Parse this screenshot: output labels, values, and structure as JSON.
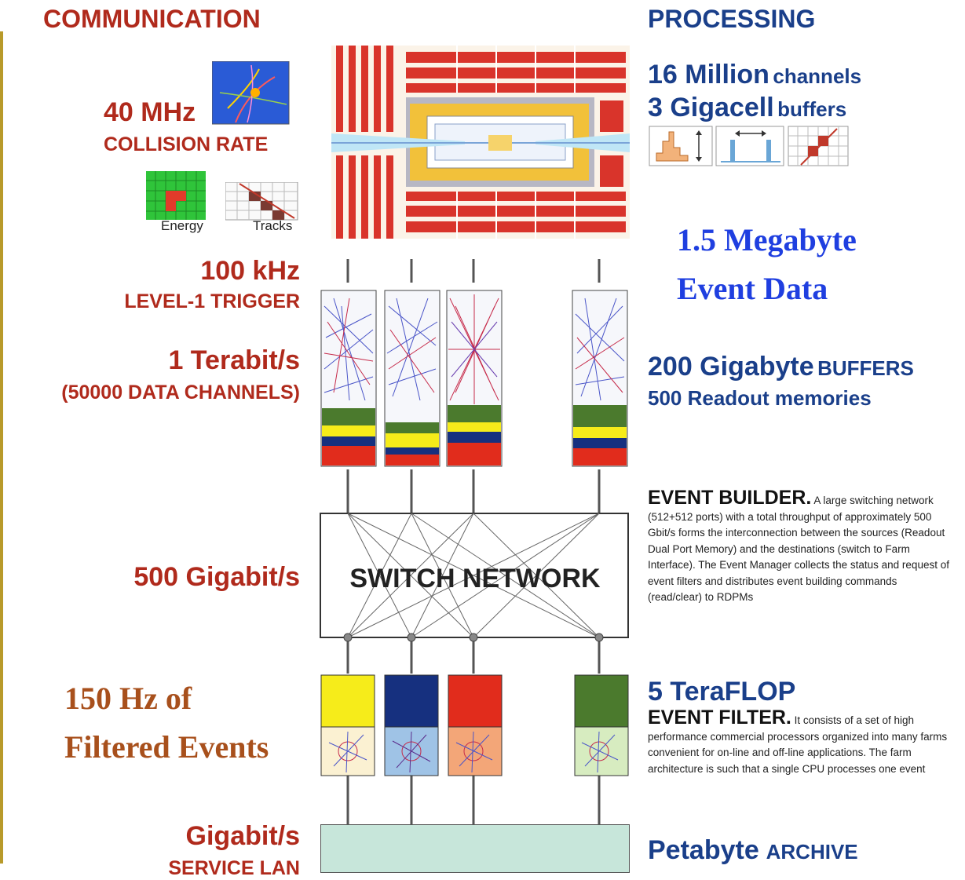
{
  "left": {
    "heading": "COMMUNICATION",
    "rate_main": "40 MHz",
    "rate_sub": "COLLISION RATE",
    "energy_label": "Energy",
    "tracks_label": "Tracks",
    "trigger_main": "100 kHz",
    "trigger_sub": "LEVEL-1 TRIGGER",
    "bandwidth_main": "1 Terabit/s",
    "bandwidth_sub": "(50000 DATA CHANNELS)",
    "switch_rate": "500 Gigabit/s",
    "filtered_line1": "150 Hz of",
    "filtered_line2": "Filtered Events",
    "lan_main": "Gigabit/s",
    "lan_sub": "SERVICE LAN"
  },
  "center": {
    "switch_label": "SWITCH NETWORK"
  },
  "right": {
    "heading": "PROCESSING",
    "channels_num": "16 Million",
    "channels_word": "channels",
    "buffers_num": "3 Gigacell",
    "buffers_word": "buffers",
    "event_line1": "1.5 Megabyte",
    "event_line2": "Event Data",
    "gb_num": "200 Gigabyte",
    "gb_word": "BUFFERS",
    "readout": "500 Readout memories",
    "eb_title": "EVENT BUILDER.",
    "eb_text": "A large switching network (512+512 ports) with a total throughput of approximately 500 Gbit/s forms the interconnection between the sources (Readout Dual Port Memory) and the destinations (switch to Farm Interface). The Event Manager collects the status and request of event filters and distributes event building commands (read/clear) to RDPMs",
    "tf_heading": "5 TeraFLOP",
    "ef_title": "EVENT FILTER.",
    "ef_text": "It consists of a set of high performance commercial processors organized into many farms convenient for on-line and off-line applications.  The farm architecture is such that a single CPU processes one event",
    "archive_num": "Petabyte",
    "archive_word": "ARCHIVE"
  },
  "colors": {
    "red_text": "#b02a1c",
    "blue_text": "#1a3f8a",
    "bright_blue": "#1f3fe0",
    "orange_brown": "#a8501c",
    "green": "#4b7a2d",
    "yellow": "#f6ec1a",
    "navy": "#16307f",
    "red": "#e12c1c"
  }
}
